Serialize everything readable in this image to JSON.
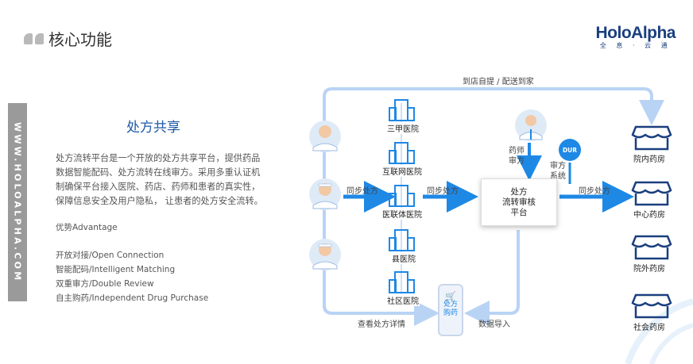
{
  "header": {
    "title": "核心功能"
  },
  "logo": {
    "name": "HoloAlpha",
    "tagline": "全 息 · 云 通"
  },
  "sidebar": {
    "url": "WWW.HOLOALPHA.COM"
  },
  "left": {
    "section_title": "处方共享",
    "description": [
      "处方流转平台是一个开放的处方共享平台，提供药品",
      "数据智能配码、处方流转在线审方。采用多重认证机",
      "制确保平台接入医院、药店、药师和患者的真实性，",
      "保障信息安全及用户隐私， 让患者的处方安全流转。"
    ],
    "advantage_title": "优势Advantage",
    "features": [
      "开放对接/Open Connection",
      "智能配码/Intelligent Matching",
      "双重审方/Double Review",
      "自主购药/Independent Drug Purchase"
    ]
  },
  "diagram": {
    "top_flow_label": "到店自提 / 配送到家",
    "sync_left": "同步处方",
    "sync_mid": "同步处方",
    "sync_right": "同步处方",
    "view_details": "查看处方详情",
    "data_import": "数据导入",
    "hospitals": [
      "三甲医院",
      "互联网医院",
      "医联体医院",
      "县医院",
      "社区医院"
    ],
    "platform_lines": [
      "处方",
      "流转审核",
      "平台"
    ],
    "pharmacist": [
      "药师",
      "审方"
    ],
    "review_system": [
      "审方",
      "系统"
    ],
    "dur_badge": "DUR",
    "phone_label": [
      "处方",
      "购药"
    ],
    "pharmacies": [
      "院内药房",
      "中心药房",
      "院外药房",
      "社会药房"
    ]
  },
  "colors": {
    "accent": "#1e88e5",
    "flow_light": "#b9d3f5",
    "brand": "#1b3f7f"
  }
}
